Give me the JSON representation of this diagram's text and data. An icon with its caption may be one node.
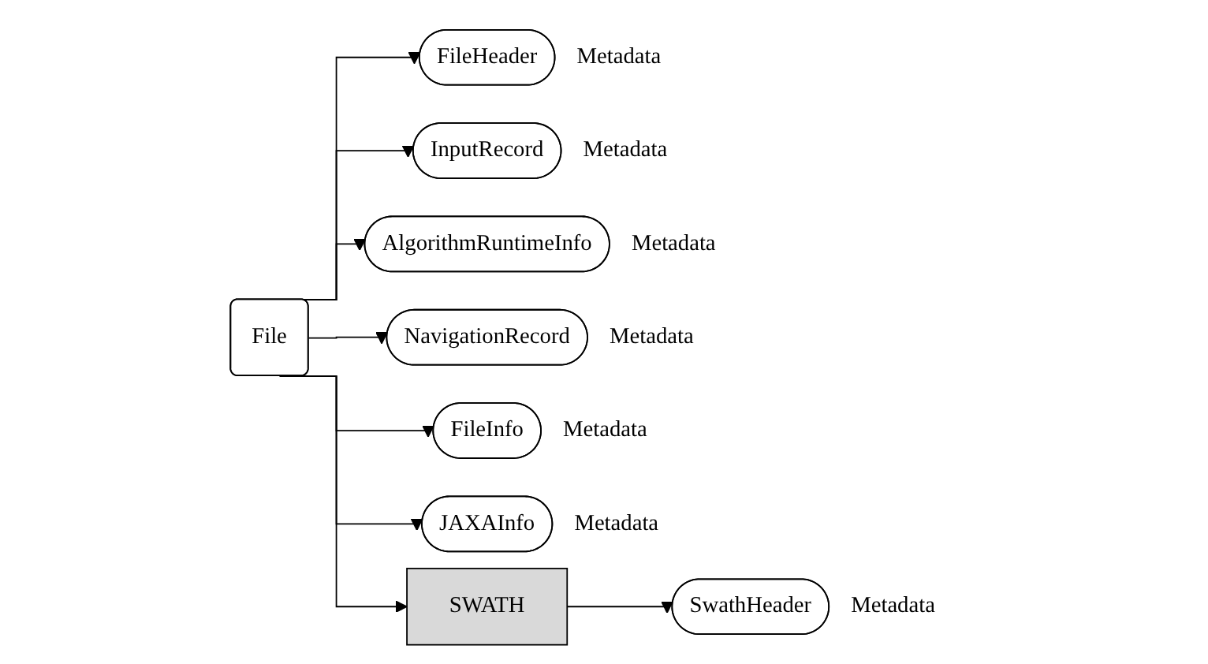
{
  "diagram": {
    "nodes": [
      {
        "text": [
          "File"
        ]
      },
      {
        "text": [
          "FileHeader"
        ],
        "beside": [
          "Metadata"
        ]
      },
      {
        "text": [
          "InputRecord"
        ],
        "beside": [
          "Metadata"
        ]
      },
      {
        "text": [
          "AlgorithmRuntimeInfo"
        ],
        "beside": [
          "Metadata"
        ]
      },
      {
        "text": [
          "NavigationRecord"
        ],
        "beside": [
          "Metadata"
        ]
      },
      {
        "text": [
          "FileInfo"
        ],
        "beside": [
          "Metadata"
        ]
      },
      {
        "text": [
          "JAXAInfo"
        ],
        "beside": [
          "Metadata"
        ]
      },
      {
        "text": [
          "SWATH"
        ]
      },
      {
        "text": [
          "SwathHeader"
        ],
        "beside": [
          "Metadata"
        ]
      }
    ],
    "edges": [
      {
        "from": 0,
        "to": 1,
        "arrow": "to"
      },
      {
        "from": 0,
        "to": 2,
        "arrow": "to"
      },
      {
        "from": 0,
        "to": 3,
        "arrow": "to"
      },
      {
        "from": 0,
        "to": 4,
        "arrow": "to"
      },
      {
        "from": 0,
        "to": 5,
        "arrow": "to"
      },
      {
        "from": 0,
        "to": 6,
        "arrow": "to"
      },
      {
        "from": 0,
        "to": 7,
        "arrow": "to"
      },
      {
        "from": 7,
        "to": 8,
        "arrow": "to"
      }
    ]
  }
}
